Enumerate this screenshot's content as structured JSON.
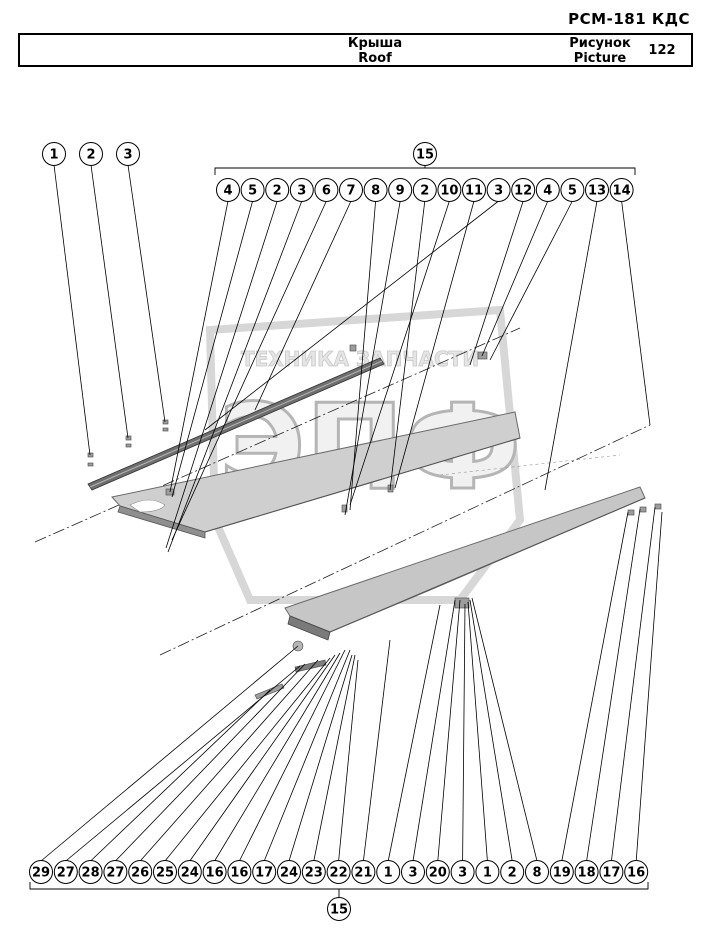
{
  "header": {
    "code": "РСМ-181 КДС",
    "name_ru": "Крыша",
    "name_en": "Roof",
    "picture_ru": "Рисунок",
    "picture_en": "Picture",
    "picture_number": "122"
  },
  "watermark": {
    "text_top": "ТЕХНИКА  ЗАПЧАСТИ",
    "text_big": "ЭПФ"
  },
  "callouts": {
    "left_group": [
      "1",
      "2",
      "3"
    ],
    "top_group_label": "15",
    "top_row": [
      "4",
      "5",
      "2",
      "3",
      "6",
      "7",
      "8",
      "9",
      "2",
      "10",
      "11",
      "3",
      "12",
      "4",
      "5",
      "13",
      "14"
    ],
    "bottom_row": [
      "29",
      "27",
      "28",
      "27",
      "26",
      "25",
      "24",
      "16",
      "16",
      "17",
      "24",
      "23",
      "22",
      "21",
      "1",
      "3",
      "20",
      "3",
      "1",
      "2",
      "8",
      "19",
      "18",
      "17",
      "16"
    ],
    "bottom_group_label": "15"
  },
  "colors": {
    "line": "#000000",
    "part_fill": "#c8c8c8",
    "part_edge": "#6a6a6a",
    "watermark": "#b0b0b0"
  }
}
